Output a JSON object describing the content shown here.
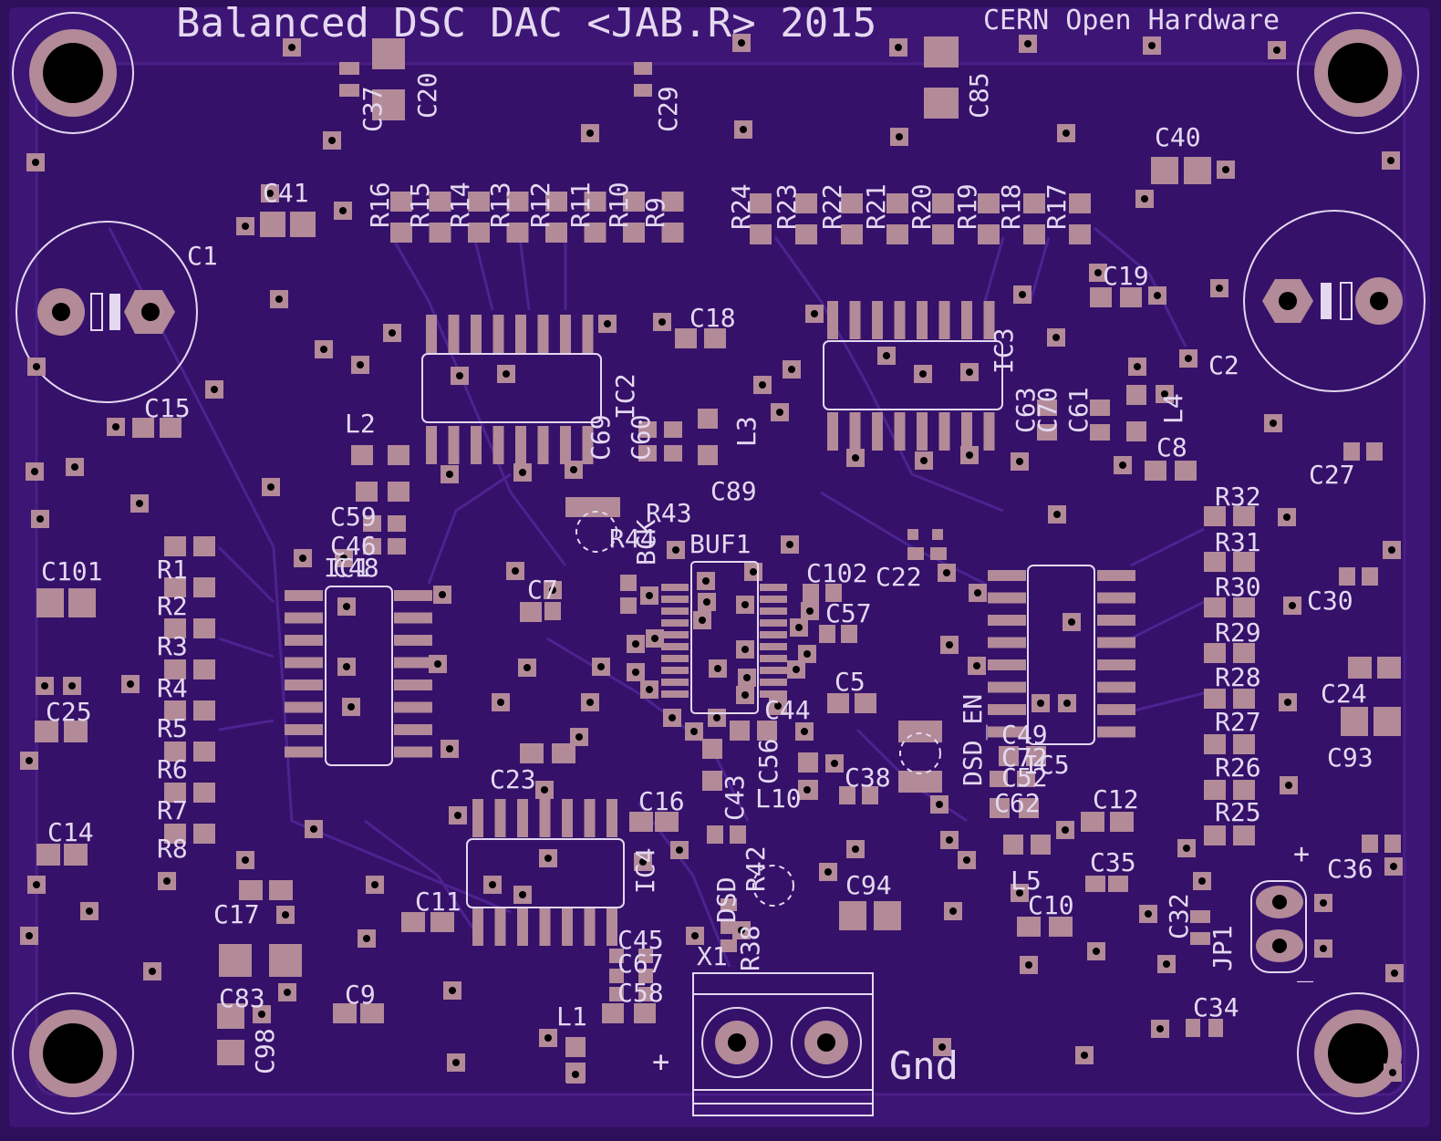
{
  "board": {
    "title": "Balanced DSC DAC <JAB.R> 2015",
    "subtitle": "CERN Open Hardware",
    "colors": {
      "background": "#2d0f5c",
      "substrate": "#3d1575",
      "copper_trace": "#4a1f86",
      "pad": "#b28a98",
      "silkscreen": "#e4d8f0",
      "drill": "#000000"
    }
  },
  "connector": {
    "label": "X1",
    "plus_label": "+",
    "gnd_label": "Gnd"
  },
  "jumper": {
    "label": "JP1",
    "plus_label": "+",
    "minus_label": "_"
  },
  "labels": [
    "C37",
    "C20",
    "C29",
    "C85",
    "C40",
    "C41",
    "C1",
    "C15",
    "C2",
    "C19",
    "C18",
    "L2",
    "L3",
    "L4",
    "C8",
    "C27",
    "C63",
    "C70",
    "C61",
    "C69",
    "C62",
    "C60",
    "IC2",
    "IC3",
    "C89",
    "R43",
    "R44",
    "BCK",
    "BUF1",
    "C102",
    "C22",
    "C57",
    "C5",
    "C44",
    "C30",
    "C101",
    "R1",
    "R2",
    "R3",
    "R4",
    "R5",
    "R6",
    "R7",
    "R8",
    "C25",
    "C14",
    "C59",
    "C46",
    "C48",
    "IC1",
    "C7",
    "C94",
    "C24",
    "C93",
    "R32",
    "R31",
    "R30",
    "R29",
    "R28",
    "R27",
    "R26",
    "R25",
    "C49",
    "C72",
    "C52",
    "IC5",
    "DSD_EN",
    "C38",
    "L10",
    "C56",
    "C43",
    "C12",
    "C35",
    "C36",
    "C10",
    "L5",
    "C32",
    "C34",
    "C23",
    "C16",
    "IC4",
    "C11",
    "C17",
    "C83",
    "C98",
    "C9",
    "L1",
    "C45",
    "C67",
    "C58",
    "R38",
    "R42",
    "DSD",
    "R16",
    "R15",
    "R14",
    "R13",
    "R12",
    "R11",
    "R10",
    "R9",
    "R24",
    "R23",
    "R22",
    "R21",
    "R20",
    "R19",
    "R18",
    "R17"
  ]
}
